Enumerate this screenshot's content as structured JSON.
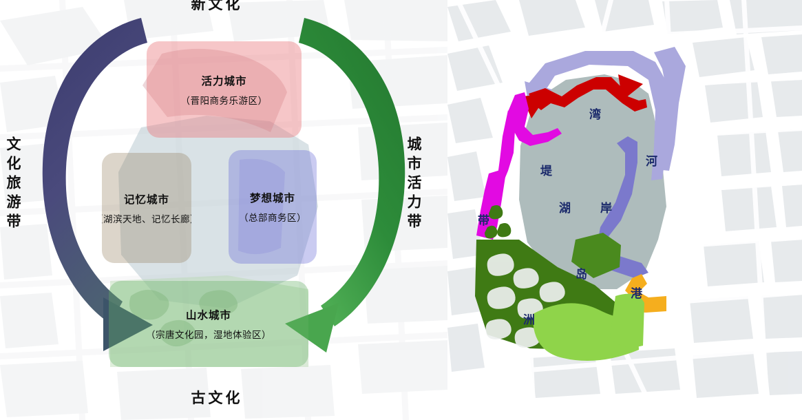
{
  "diagram": {
    "title_top": "新文化",
    "title_bottom": "古文化",
    "belt_left": "文化旅游带",
    "belt_right": "城市活力带",
    "zones": [
      {
        "key": "vitality",
        "title": "活力城市",
        "subtitle": "（晋阳商务乐游区）",
        "color": "#e9787d"
      },
      {
        "key": "memory",
        "title": "记忆城市",
        "subtitle": "（湖滨天地、记忆长廊）",
        "color": "#967e5f"
      },
      {
        "key": "dream",
        "title": "梦想城市",
        "subtitle": "（总部商务区）",
        "color": "#5f62d6"
      },
      {
        "key": "landscape",
        "title": "山水城市",
        "subtitle": "（宗唐文化园，湿地体验区）",
        "color": "#67b167"
      }
    ],
    "arrows": {
      "left_arrow_color": "#3f3f70",
      "left_arrow_head_color": "#3c5469",
      "right_arrow_color": "#2a8036",
      "right_arrow_head_color": "#49a64e"
    }
  },
  "map": {
    "labels": [
      {
        "key": "bay",
        "text": "湾",
        "color": "#1b2a6b"
      },
      {
        "key": "river",
        "text": "河",
        "color": "#1b2a6b"
      },
      {
        "key": "embankment",
        "text": "堤",
        "color": "#1b2a6b"
      },
      {
        "key": "lake",
        "text": "湖",
        "color": "#1b2a6b"
      },
      {
        "key": "shore",
        "text": "岸",
        "color": "#1b2a6b"
      },
      {
        "key": "belt",
        "text": "带",
        "color": "#1b2a6b"
      },
      {
        "key": "island",
        "text": "岛",
        "color": "#1b2a6b"
      },
      {
        "key": "port",
        "text": "港",
        "color": "#1b2a6b"
      },
      {
        "key": "islet",
        "text": "洲",
        "color": "#1b2a6b"
      }
    ],
    "colors": {
      "bay": "#cc0000",
      "river": "#aaa8dd",
      "shore": "#7b79cc",
      "embankment_belt": "#e20ae2",
      "port": "#f5ae1e",
      "lake_water": "#aebcbc",
      "islet_dark_green": "#3f7a14",
      "wetland_light_green": "#8fd44a",
      "island_green": "#4a8a1e",
      "basemap_road": "#ffffff",
      "basemap_block": "#e9ebed"
    }
  }
}
